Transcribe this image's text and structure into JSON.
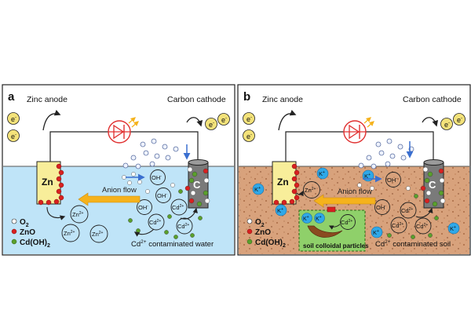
{
  "panels": [
    {
      "letter": "a",
      "anode_label": "Zinc anode",
      "cathode_label": "Carbon cathode",
      "electron": "e",
      "electron_charge": "-",
      "zn_label": "Zn",
      "c_label": "C",
      "anion_flow": "Anion flow",
      "ions": {
        "zn": "Zn",
        "zn_charge": "2+",
        "oh": "OH",
        "oh_charge": "-",
        "cd": "Cd",
        "cd_charge": "2+"
      },
      "legend": [
        {
          "label": "O",
          "sub": "2",
          "color": "#ffffff"
        },
        {
          "label": "ZnO",
          "sub": "",
          "color": "#d92020"
        },
        {
          "label": "Cd(OH)",
          "sub": "2",
          "color": "#5aa02c"
        }
      ],
      "caption_prefix": "Cd",
      "caption_sup": "2+",
      "caption_suffix": " contaminated water",
      "medium_color": "#bfe4f8"
    },
    {
      "letter": "b",
      "anode_label": "Zinc anode",
      "cathode_label": "Carbon cathode",
      "electron": "e",
      "electron_charge": "-",
      "zn_label": "Zn",
      "c_label": "C",
      "anion_flow": "Anion flow",
      "ions": {
        "zn": "Zn",
        "zn_charge": "2+",
        "oh": "OH",
        "oh_charge": "-",
        "cd": "Cd",
        "cd_charge": "2+",
        "k": "K",
        "k_charge": "+"
      },
      "legend": [
        {
          "label": "O",
          "sub": "2",
          "color": "#ffffff"
        },
        {
          "label": "ZnO",
          "sub": "",
          "color": "#d92020"
        },
        {
          "label": "Cd(OH)",
          "sub": "2",
          "color": "#5aa02c"
        }
      ],
      "inset_label": "soil colloidal particles",
      "caption_prefix": "Cd",
      "caption_sup": "2+",
      "caption_suffix": " contaminated soil",
      "medium_color": "#d8a27c"
    }
  ],
  "colors": {
    "electron_fill": "#f3e27a",
    "anode_fill": "#f8ee9a",
    "cathode_fill": "#7a7a7a",
    "k_fill": "#2fa8e8",
    "arrow_blue": "#3a6fd0",
    "arrow_yellow": "#f5b21c",
    "diode": "#e03030",
    "inset_fill": "#8fd06a",
    "colloid": "#8a4a20"
  }
}
